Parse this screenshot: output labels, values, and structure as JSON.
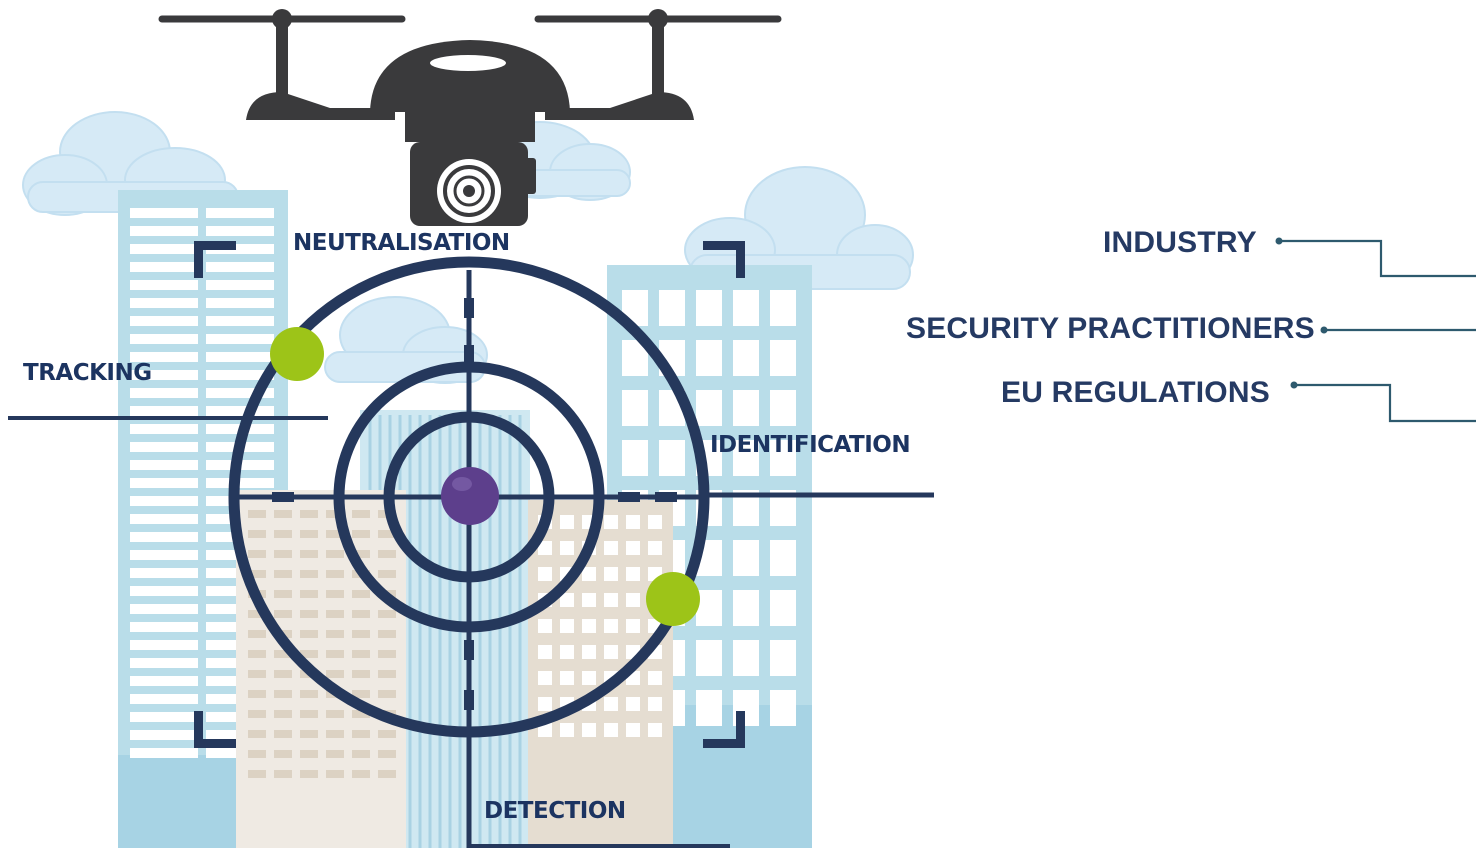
{
  "diagram": {
    "stage_labels": {
      "neutralisation": "NEUTRALISATION",
      "tracking": "TRACKING",
      "identification": "IDENTIFICATION",
      "detection": "DETECTION"
    },
    "stakeholders": [
      "INDUSTRY",
      "SECURITY PRACTITIONERS",
      "EU REGULATIONS"
    ]
  },
  "colors": {
    "navy": "#1c3461",
    "target_ring": "#25385c",
    "drone": "#3a3a3c",
    "sky_building": "#b9dde9",
    "beige_building": "#e5ddd1",
    "cloud": "#d6eaf6",
    "green_marker": "#9dc418",
    "center_dot": "#5d3f8c",
    "connector": "#2e5a6e"
  },
  "icons": {
    "drone": "drone-icon",
    "crosshair": "crosshair-target-icon",
    "city": "city-skyline-illustration"
  }
}
